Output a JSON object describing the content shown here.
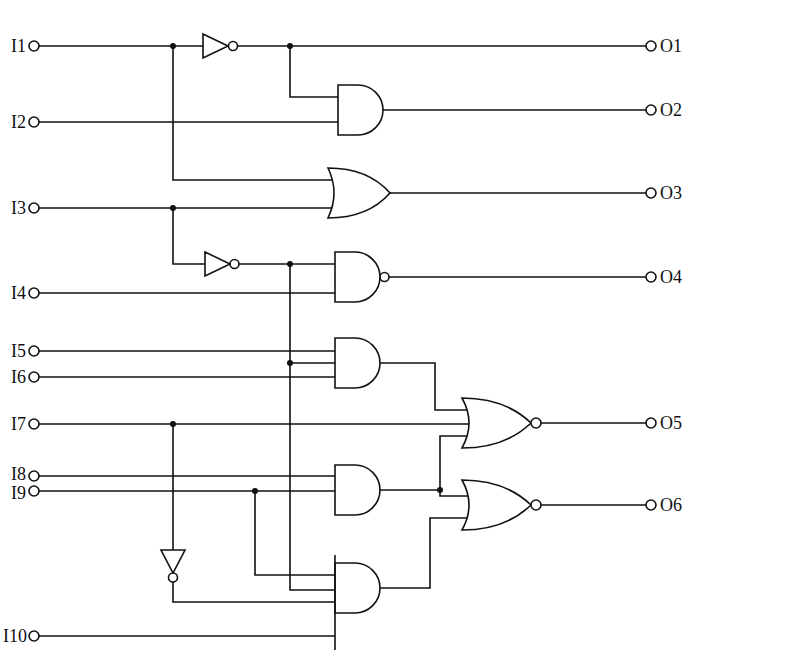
{
  "diagram": {
    "labels": [
      "I1",
      "O1",
      "O2",
      "I2",
      "O3",
      "I3",
      "O4",
      "I4",
      "I5",
      "I6",
      "O5",
      "I7",
      "I8",
      "I9",
      "O6",
      "I10"
    ]
  }
}
